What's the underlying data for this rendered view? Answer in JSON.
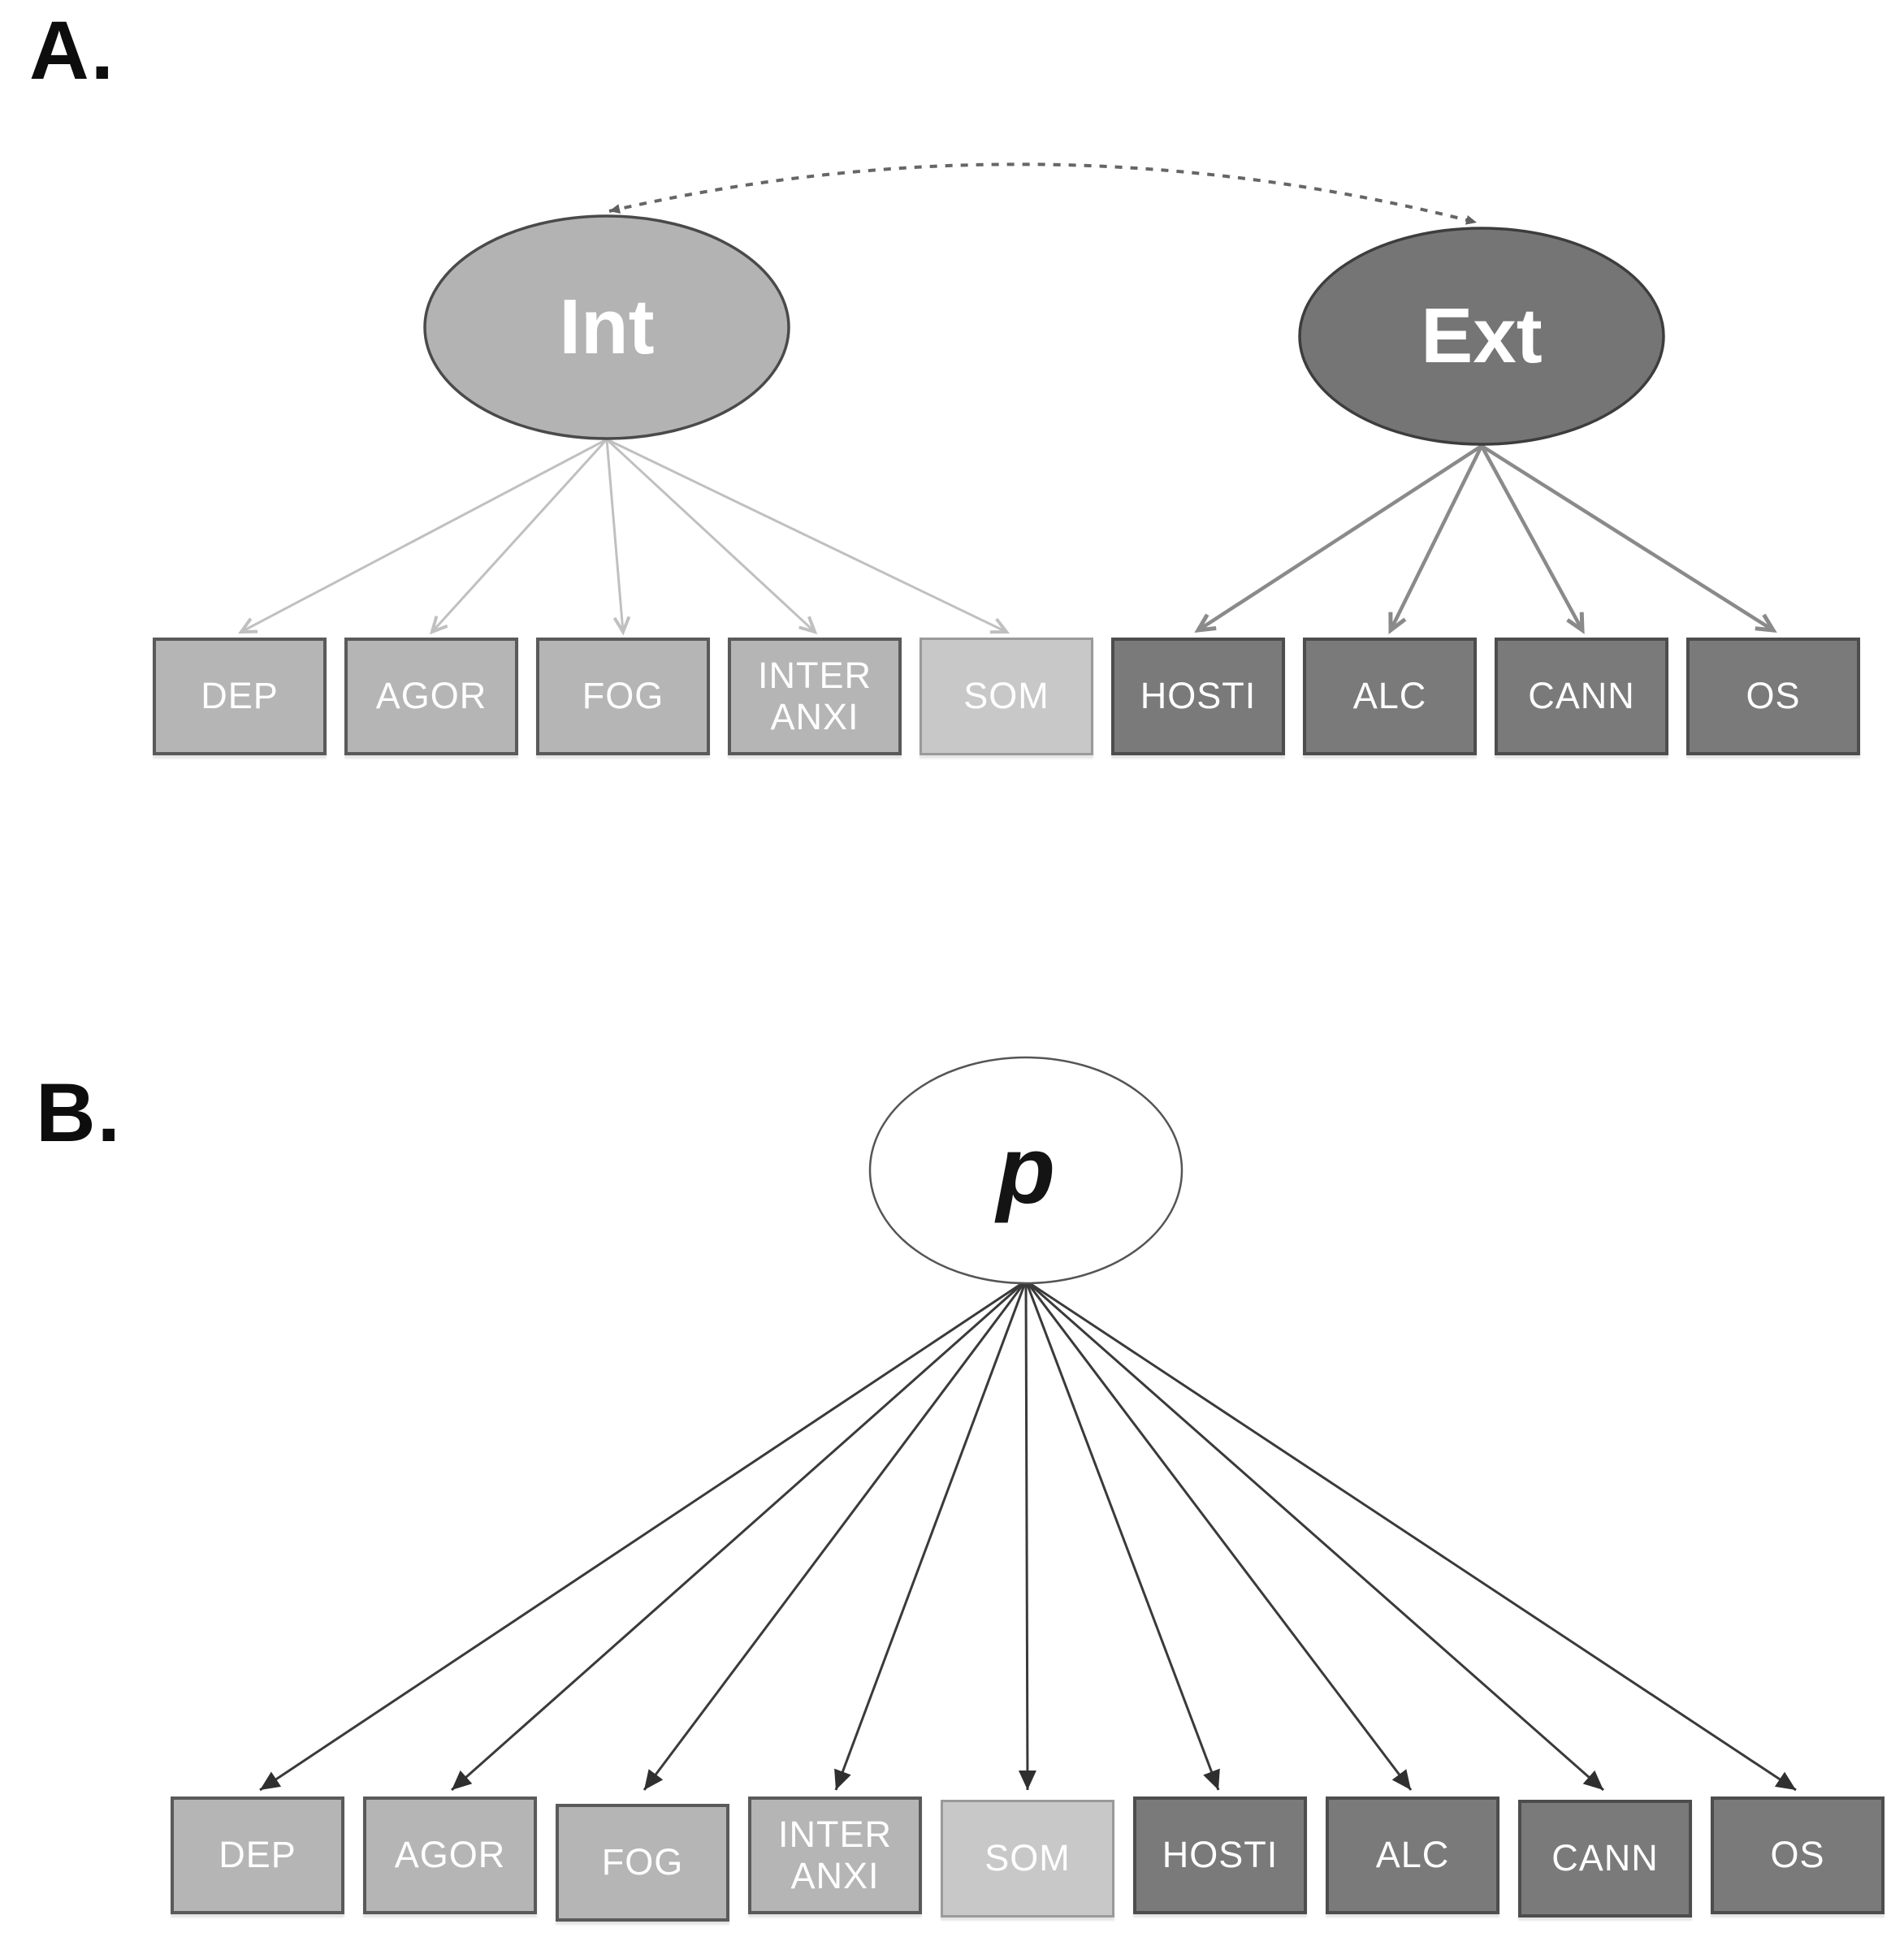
{
  "figure": {
    "panel_a": {
      "label": "A.",
      "int": {
        "label": "Int"
      },
      "ext": {
        "label": "Ext"
      },
      "boxes": [
        {
          "label": "DEP"
        },
        {
          "label": "AGOR"
        },
        {
          "label": "FOG"
        },
        {
          "label": "INTER\nANXI"
        },
        {
          "label": "SOM"
        },
        {
          "label": "HOSTI"
        },
        {
          "label": "ALC"
        },
        {
          "label": "CANN"
        },
        {
          "label": "OS"
        }
      ]
    },
    "panel_b": {
      "label": "B.",
      "p": {
        "label": "p"
      },
      "boxes": [
        {
          "label": "DEP"
        },
        {
          "label": "AGOR"
        },
        {
          "label": "FOG"
        },
        {
          "label": "INTER\nANXI"
        },
        {
          "label": "SOM"
        },
        {
          "label": "HOSTI"
        },
        {
          "label": "ALC"
        },
        {
          "label": "CANN"
        },
        {
          "label": "OS"
        }
      ]
    },
    "colors": {
      "int_fill": "#b3b3b3",
      "int_stroke": "#4a4a4a",
      "ext_fill": "#757575",
      "ext_stroke": "#3d3d3d",
      "p_fill": "#ffffff",
      "p_stroke": "#555555",
      "light_box": "#b5b5b5",
      "lighter_box": "#c8c8c8",
      "dark_box": "#7a7a7a",
      "light_arrow": "#c0c0c0",
      "ext_arrow": "#8a8a8a",
      "b_arrow": "#3a3a3a",
      "correlation_dash": "#666666"
    }
  }
}
